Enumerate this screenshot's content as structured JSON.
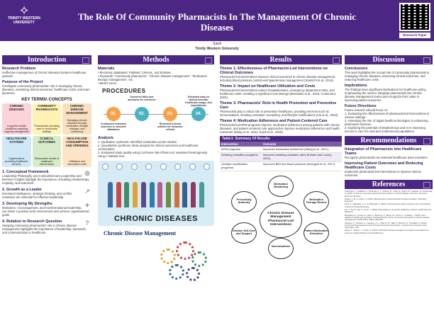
{
  "logo": {
    "text": "TRINITY WESTERN UNIVERSITY"
  },
  "title": "The Role Of Community Pharmacists In The Management Of Chronic Diseases",
  "qr_label": "Research Paper",
  "author": "Sawli",
  "affiliation": "Trinity Western University",
  "introduction": {
    "header": "Introduction",
    "problem_title": "Research Problem",
    "problem_text": "Ineffective management of chronic diseases burdens healthcare systems",
    "purpose_title": "Purpose of the Project",
    "purpose_text": "Investigate community pharmacists' role in managing chronic diseases, examining clinical outcomes, healthcare costs, and team dynamics",
    "key_terms_title": "KEY TERMS\\ CONCEPTS",
    "key_terms": [
      {
        "name": "CHRONIC DISEASES",
        "desc": "Long-term health conditions requiring ongoing management"
      },
      {
        "name": "COMMUNITY PHARMACISTS",
        "desc": "Pharmacists providing care in community settings"
      },
      {
        "name": "CHRONIC DISEASE MANAGEMENT",
        "desc": "Managing chronic diseases through medication, lifestyle changes, and monitoring"
      },
      {
        "name": "HEALTHCARE SYSTEMS",
        "desc": "Organizations providing healthcare services"
      },
      {
        "name": "CLINICAL OUTCOMES",
        "desc": "Measurable results of healthcare interventions"
      },
      {
        "name": "HEALTHCARE CONSUMPTION AND SPENDING",
        "desc": "Utilization and associated costs"
      }
    ],
    "framework": [
      {
        "title": "1.  Conceptual Framework",
        "text": "Leadership Philosophy and Context/Servant Leadership and Brehmer Insights highlight the importance of building relationships, empathy, and teamwork."
      },
      {
        "title": "2.  Growth as a Leader",
        "text": "Emotional intelligence, strategic thinking, and conflict resolution are essential for effective leadership."
      },
      {
        "title": "3.  Developing My Strengths",
        "text": "Motivation, encouragement, and transformational leadership, can foster a positive work environment and achieve organizational goals."
      },
      {
        "title": "4.  Relation to Research Question",
        "text": "Studying community pharmacists' role in chronic disease management highlights the importance of leadership, teamwork, and communication in healthcare."
      }
    ]
  },
  "methods": {
    "header": "Methods",
    "materials_title": "Materials",
    "materials": [
      "Electronic databases: PubMed, CINAHL, and Embase",
      "Keywords: \"Community pharmacist\", \"Chronic disease management\", \"Medication therapy management\", etc.",
      "MeSH terms"
    ],
    "procedures_title": "PROCEDURES",
    "procedures": [
      {
        "num": "01.",
        "label": "Conducted extensive searches in selected databases"
      },
      {
        "num": "02.",
        "label": "Screened titles and abstracts for relevance"
      },
      {
        "num": "03.",
        "label": "Reviewed full-text articles for inclusion criteria"
      },
      {
        "num": "04.",
        "label": "Extracted data on clinical benefits, healthcare usage, and expenditures"
      }
    ],
    "analysis_title": "Analysis",
    "analysis": [
      "1.  Qualitative synthesis: Identified similarities across studies.",
      "2.  Quantitative synthesis: Meta-analysis for clinical outcomes and healthcare consumption",
      "3.  Evaluated study quality using Cochrane risk-of-bias tool, assessed heterogeneity using I² statistic test."
    ],
    "chronic_diseases_label": "CHRONIC DISEASES",
    "cdm_label": "Chronic Disease Management"
  },
  "results": {
    "header": "Results",
    "themes": [
      {
        "title": "Theme 1: Effectiveness of Pharmacist-Led Interventions on Clinical Outcomes",
        "text": "Pharmacist-led interventions improve clinical outcomes in chronic disease management, including blood pressure control and hypertension management (Santschi et al., 2014)."
      },
      {
        "title": "Theme 2: Impact on Healthcare Utilization and Costs",
        "text": "Pharmacist-led interventions reduce hospitalizations, emergency department visits, and healthcare costs, resulting in significant cost savings (Mossialos et al., 2015; Costumero, 2022)."
      },
      {
        "title": "Theme 3: Pharmacists' Role in Health Promotion and Preventive Care",
        "text": "Pharmacists play a critical role in preventive healthcare, providing services such as immunizations, smoking cessation counseling, and lifestyle modifications (Lai et al., 2022)."
      },
      {
        "title": "Theme 4: Medication Adherence and Patient-Centered Care",
        "text": "Pharmacist-led MTM programs improve medication adherence among patients with chronic diseases, and patient-centered care approaches improve medication adherence and health outcomes (Wang et al., 2021; Kurdi et al., 2016)."
      }
    ],
    "table_title": "Table1: Summary Of Results",
    "table_headers": [
      "Intervention",
      "Outcome"
    ],
    "table_rows": [
      [
        "MTM programs",
        "Improved medication adherence (Wang et al., 2021)."
      ],
      [
        "Smoking cessation programs",
        "Improved smoking cessation rates (Kesten and Lavery, 2022)."
      ],
      [
        "Lifestyle modification programs",
        "Improved BMI and blood pressure (Kesegwe et al., 2017)."
      ]
    ],
    "diagram": {
      "center": "Chronic Disease Management Pharmacist-Led Interventions",
      "nodes": [
        "Medication Monitoring",
        "Medication Therapy Review",
        "Patient Medication Education",
        "Immunizations",
        "Disease Self-Care and Support",
        "Prescribing Authority"
      ]
    }
  },
  "discussion": {
    "header": "Discussion",
    "conclusions_title": "Conclusions",
    "conclusions_text": "This work highlights the crucial role of community pharmacists in managing chronic diseases, improving clinical outcomes, and reducing healthcare costs.",
    "implications_title": "Implications",
    "implications_text": "The findings have significant implications for healthcare policy, emphasizing the need to integrate pharmacists into chronic disease management teams and recognize their value in improving patient outcomes.",
    "future_title": "Future Directions",
    "future_intro": "Future research should focus on:",
    "future_list": [
      "1.  Evaluating the effectiveness of pharmacist-led interventions in various settings.",
      "2.  Assessing the role of digital health technologies in enhancing pharmacist services.",
      "3.  Exploring the potential of telepharmacy and AI in improving access to care for rural and underserved populations."
    ]
  },
  "recommendations": {
    "header": "Recommendations",
    "items": [
      {
        "title": "Integration of Pharmacists into Healthcare Teams",
        "text": "Recognize pharmacists as essential healthcare team members."
      },
      {
        "title": "Improving Patient Outcomes and Reducing Healthcare Costs",
        "text": "Implement pharmacist-led interventions to improve clinical outcomes."
      }
    ]
  },
  "references": {
    "header": "References",
    "items": [
      "Costumero, V., Saldaña, A., Cárdenas, A. L., Chávez, R., Tubin, B., Reyes, M., Vazquez, H., & Revuelta, G. (2022). Impact of community pharmacist interventions on chronic disease outcomes. Journal of Pharmacy Practice.",
      "Kesten, J. M., & Lavery, S. (2022). Effectiveness of pharmacist-led smoking cessation. Pharmacy Research.",
      "Kurdi, A., Mbongwe, S. F., & Al-Busaidi, S. (2016). Pharmacist-led patient-centered care. International Journal of Clinical Pharmacy.",
      "Lai, Y., Au, W., Ng, A., & Lee, Y. (2022). Pharmacists in preventive healthcare services. Health Services Research.",
      "Mossialos, E., Courtin, E., Naci, H., Benrimoj, S., Bouvy, M., Farris, K., & Sketris, I. (2015). From retailers to health care providers: Transforming the role of community pharmacists in chronic disease management. Health Policy, 119(5), 628–639.",
      "Santschi, V., Chiolero, A., Colosimo, A. L., Platt, R. W., Taffé, P., Burnier, M., & Paradis, G. (2014). Improving blood pressure control through pharmacist interventions. Journal of the American Heart Association, 3(2).",
      "Wang, X., Zhang, L., & Chen, H. (2021). Medication therapy management programs and adherence outcomes. Patient Preference and Adherence."
    ]
  },
  "colors": {
    "brand": "#4b2783",
    "accent": "#7a5ca8"
  }
}
